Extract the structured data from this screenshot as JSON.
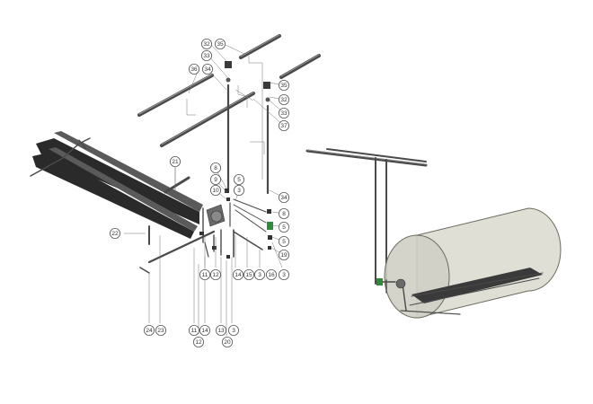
{
  "callouts": [
    {
      "label": "35"
    },
    {
      "label": "32"
    },
    {
      "label": "33"
    },
    {
      "label": "36"
    },
    {
      "label": "34"
    },
    {
      "label": "35"
    },
    {
      "label": "32"
    },
    {
      "label": "33"
    },
    {
      "label": "37"
    },
    {
      "label": "21"
    },
    {
      "label": "8"
    },
    {
      "label": "9"
    },
    {
      "label": "5"
    },
    {
      "label": "10"
    },
    {
      "label": "3"
    },
    {
      "label": "34"
    },
    {
      "label": "8"
    },
    {
      "label": "5"
    },
    {
      "label": "5"
    },
    {
      "label": "19"
    },
    {
      "label": "22"
    },
    {
      "label": "11"
    },
    {
      "label": "12"
    },
    {
      "label": "14"
    },
    {
      "label": "15"
    },
    {
      "label": "3"
    },
    {
      "label": "16"
    },
    {
      "label": "3"
    },
    {
      "label": "24"
    },
    {
      "label": "23"
    },
    {
      "label": "11"
    },
    {
      "label": "14"
    },
    {
      "label": "13"
    },
    {
      "label": "3"
    },
    {
      "label": "12"
    },
    {
      "label": "20"
    }
  ],
  "colors": {
    "pipe": "#4a4a4a",
    "element_dark": "#2a2a2a",
    "valve_green": "#2e8b3a",
    "tank_fill": "#d9d9cf",
    "tank_stroke": "#6a6a60"
  }
}
